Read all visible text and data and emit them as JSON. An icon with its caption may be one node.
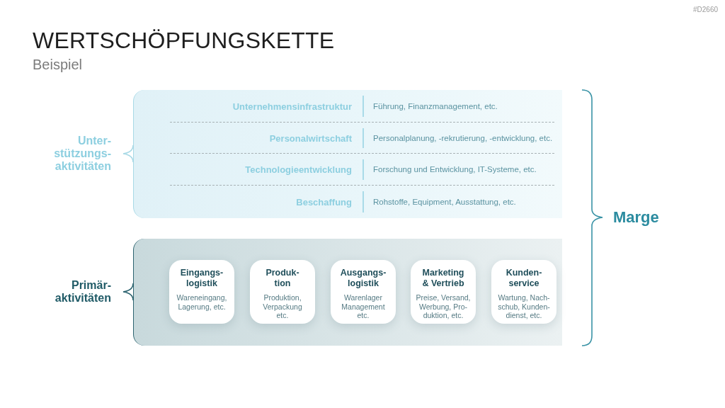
{
  "diagram": {
    "title": "WERTSCHÖPFUNGSKETTE",
    "nodes": [
      {
        "text": [
          "Unter- stützungs- aktivitäten"
        ]
      },
      {
        "text": [
          "Unternehmensinfrastruktur",
          "Führung, Finanzmanagement, etc."
        ],
        "in": 0
      },
      {
        "text": [
          "Personalwirtschaft",
          "Personalplanung, -rekrutierung, -entwicklung, etc."
        ],
        "in": 0
      },
      {
        "text": [
          "Technologieentwicklung",
          "Forschung und Entwicklung, IT-Systeme, etc."
        ],
        "in": 0
      },
      {
        "text": [
          "Beschaffung",
          "Rohstoffe, Equipment, Ausstattung, etc."
        ],
        "in": 0
      },
      {
        "text": [
          "Primär- aktivitäten"
        ]
      },
      {
        "text": [
          "Eingangs- logistik",
          "Wareneingang, Lagerung, etc."
        ],
        "in": 5
      },
      {
        "text": [
          "Produk- tion",
          "Produktion, Verpackung etc."
        ],
        "in": 5
      },
      {
        "text": [
          "Ausgangs- logistik",
          "Warenlager Management etc."
        ],
        "in": 5
      },
      {
        "text": [
          "Marketing & Vertrieb",
          "Preise, Versand, Werbung, Pro- duktion, etc."
        ],
        "in": 5
      },
      {
        "text": [
          "Kunden- service",
          "Wartung, Nach- schub, Kunden- dienst, etc."
        ],
        "in": 5
      }
    ],
    "labels": [
      "#D2660",
      "Beispiel",
      "Marge"
    ]
  }
}
